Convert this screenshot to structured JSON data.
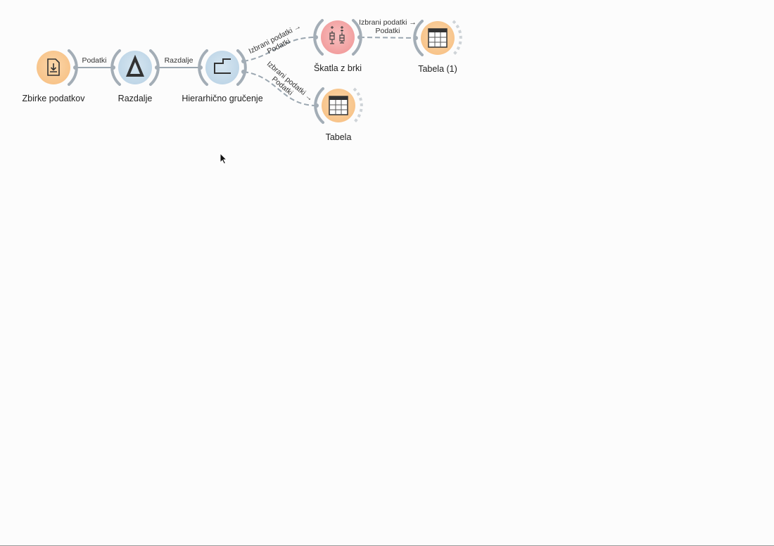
{
  "nodes": {
    "datasets": {
      "label": "Zbirke podatkov",
      "icon": "file-download-icon",
      "color": "#f9c98f"
    },
    "distances": {
      "label": "Razdalje",
      "icon": "delta-icon",
      "color": "#c6dbe9"
    },
    "hclust": {
      "label": "Hierarhično gručenje",
      "icon": "dendrogram-icon",
      "color": "#c6dbe9"
    },
    "boxplot": {
      "label": "Škatla z brki",
      "icon": "box-plot-icon",
      "color": "#f4a6a6"
    },
    "table1": {
      "label": "Tabela (1)",
      "icon": "table-icon",
      "color": "#f9c98f"
    },
    "table": {
      "label": "Tabela",
      "icon": "table-icon",
      "color": "#f9c98f"
    }
  },
  "links": {
    "datasets_distances": "Podatki",
    "distances_hclust": "Razdalje",
    "hclust_boxplot": {
      "line1": "Izbrani podatki →",
      "line2": "Podatki"
    },
    "hclust_table": {
      "line1": "Izbrani podatki →",
      "line2": "Podatki"
    },
    "boxplot_table1": {
      "line1": "Izbrani podatki →",
      "line2": "Podatki"
    }
  }
}
